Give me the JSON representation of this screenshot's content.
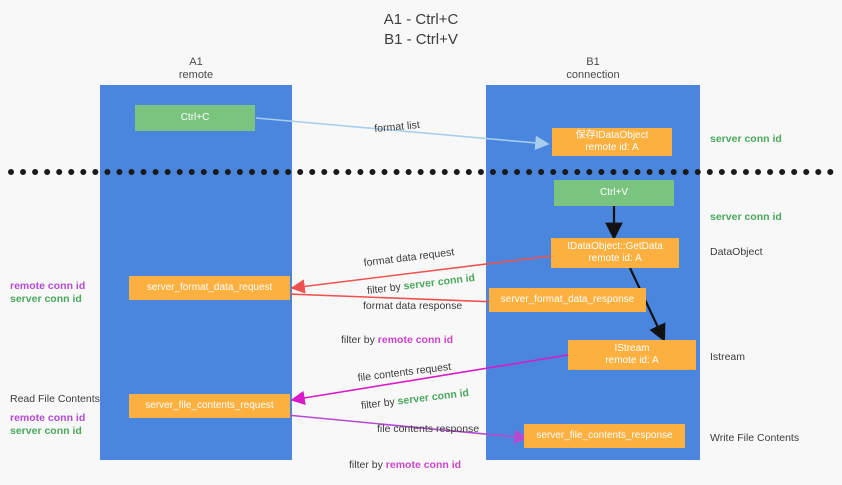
{
  "title": "A1 - Ctrl+C\nB1 - Ctrl+V",
  "lanes": {
    "a": {
      "header": "A1\nremote"
    },
    "b": {
      "header": "B1\nconnection"
    }
  },
  "colors": {
    "lane": "#4a86dd",
    "green_box": "#7ac47f",
    "orange_box": "#fbb040",
    "server_conn": "#4aa85c",
    "remote_conn": "#cc44cc",
    "arrow_blue": "#a8cdee",
    "arrow_red": "#ef5350",
    "arrow_magenta": "#d81bc8",
    "arrow_purple": "#b44ad0",
    "arrow_black": "#111111",
    "divider": "#1a1a1a"
  },
  "boxes": {
    "ctrl_c": "Ctrl+C",
    "ctrl_v": "Ctrl+V",
    "save_idataobject": "保存IDataObject\nremote id: A",
    "getdata": "IDataObject::GetData\nremote id: A",
    "istream": "IStream\nremote id: A",
    "server_format_data_request": "server_format_data_request",
    "server_format_data_response": "server_format_data_response",
    "server_file_contents_request": "server_file_contents_request",
    "server_file_contents_response": "server_file_contents_response"
  },
  "arrow_labels": {
    "format_list": "format list",
    "format_data_request": "format data request",
    "format_data_request_filter_prefix": "filter by ",
    "format_data_request_filter_value": "server conn id",
    "format_data_response": "format data response",
    "format_data_response_filter_prefix": "filter by ",
    "format_data_response_filter_value": "remote conn id",
    "file_contents_request": "file contents request",
    "file_contents_request_filter_prefix": "filter by ",
    "file_contents_request_filter_value": "server conn id",
    "file_contents_response": "file contents response",
    "file_contents_response_filter_prefix": "filter by ",
    "file_contents_response_filter_value": "remote conn id"
  },
  "right_notes": {
    "server_conn_id_top": "server conn id",
    "server_conn_id_mid": "server conn id",
    "dataobject": "DataObject",
    "istream": "Istream",
    "write_file_contents": "Write File Contents"
  },
  "left_notes": {
    "remote_conn_id_1": "remote conn id",
    "server_conn_id_1": "server conn id",
    "read_file_contents": "Read File Contents",
    "remote_conn_id_2": "remote conn id",
    "server_conn_id_2": "server conn id"
  }
}
